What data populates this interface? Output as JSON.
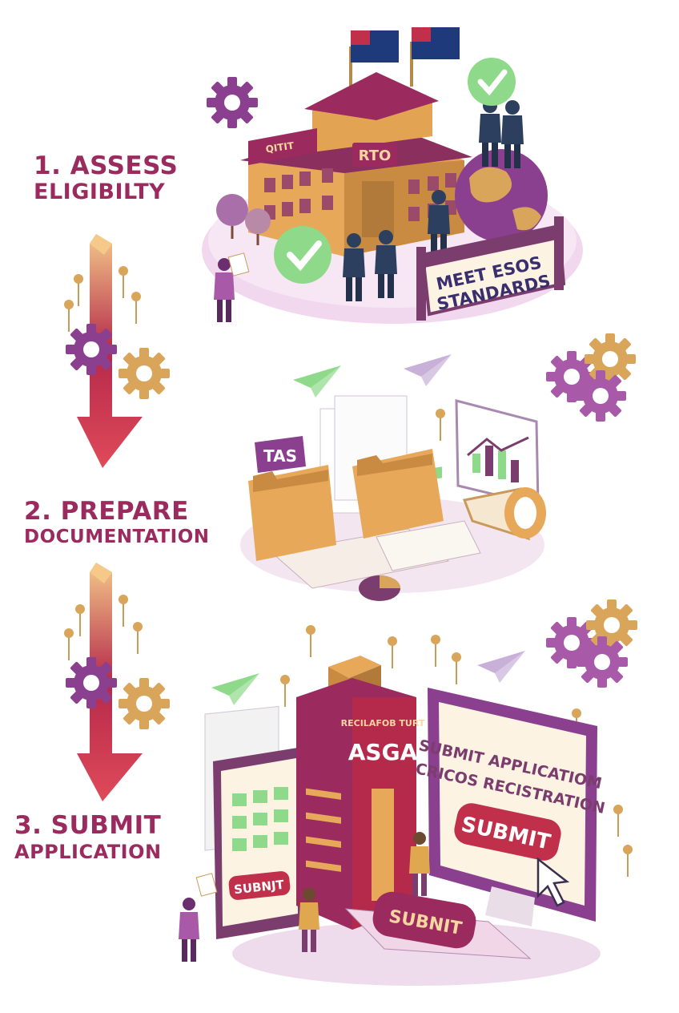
{
  "steps": [
    {
      "title": "1. ASSESS",
      "subtitle": "ELIGIBILTY"
    },
    {
      "title": "2. PREPARE",
      "subtitle": "DOCUMENTATION"
    },
    {
      "title": "3. SUBMIT",
      "subtitle": "APPLICATION"
    }
  ],
  "scene1": {
    "building_sign": "RTO",
    "side_sign": "QITIT",
    "banner_line1": "MEET ESOS",
    "banner_line2": "STANDARDS"
  },
  "scene2": {
    "tag_label": "TAS"
  },
  "scene3": {
    "tower_sign_top": "RECILAFOB TURT",
    "tower_sign": "ASGA",
    "monitor_line1": "SUBMIT APPLICATIOM",
    "monitor_line2": "CRICOS RECISTRATION",
    "monitor_button": "SUBMIT",
    "tablet_button": "SUBNJT",
    "pad_button": "SUBNIT"
  },
  "colors": {
    "purple": "#8b3f8f",
    "magenta": "#9b2a5e",
    "gold": "#d9a55a",
    "green": "#7fcf7a",
    "crimson": "#b5294a"
  }
}
